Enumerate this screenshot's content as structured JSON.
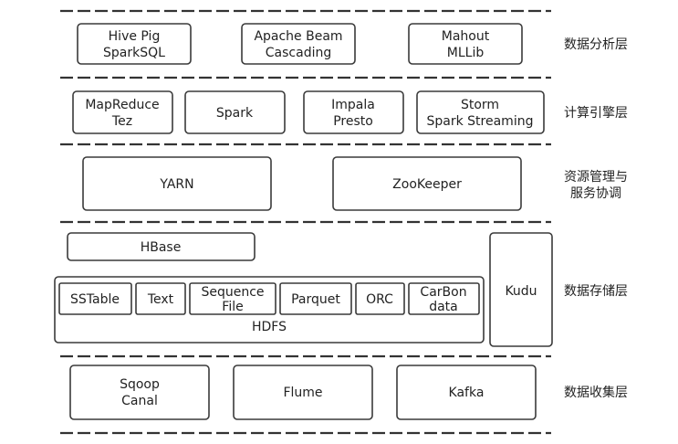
{
  "layers": {
    "analysis": {
      "label": "数据分析层",
      "items": [
        {
          "line1": "Hive  Pig",
          "line2": "SparkSQL"
        },
        {
          "line1": "Apache Beam",
          "line2": "Cascading"
        },
        {
          "line1": "Mahout",
          "line2": "MLLib"
        }
      ]
    },
    "compute": {
      "label": "计算引擎层",
      "items": [
        {
          "line1": "MapReduce",
          "line2": "Tez"
        },
        {
          "line1": "Spark"
        },
        {
          "line1": "Impala",
          "line2": "Presto"
        },
        {
          "line1": "Storm",
          "line2": "Spark Streaming"
        }
      ]
    },
    "resource": {
      "label_line1": "资源管理与",
      "label_line2": "服务协调",
      "items": [
        {
          "line1": "YARN"
        },
        {
          "line1": "ZooKeeper"
        }
      ]
    },
    "storage": {
      "label": "数据存储层",
      "hbase": "HBase",
      "hdfs": "HDFS",
      "kudu": "Kudu",
      "formats": [
        {
          "line1": "SSTable"
        },
        {
          "line1": "Text"
        },
        {
          "line1": "Sequence",
          "line2": "File"
        },
        {
          "line1": "Parquet"
        },
        {
          "line1": "ORC"
        },
        {
          "line1": "CarBon",
          "line2": "data"
        }
      ]
    },
    "collection": {
      "label": "数据收集层",
      "items": [
        {
          "line1": "Sqoop",
          "line2": "Canal"
        },
        {
          "line1": "Flume"
        },
        {
          "line1": "Kafka"
        }
      ]
    }
  }
}
